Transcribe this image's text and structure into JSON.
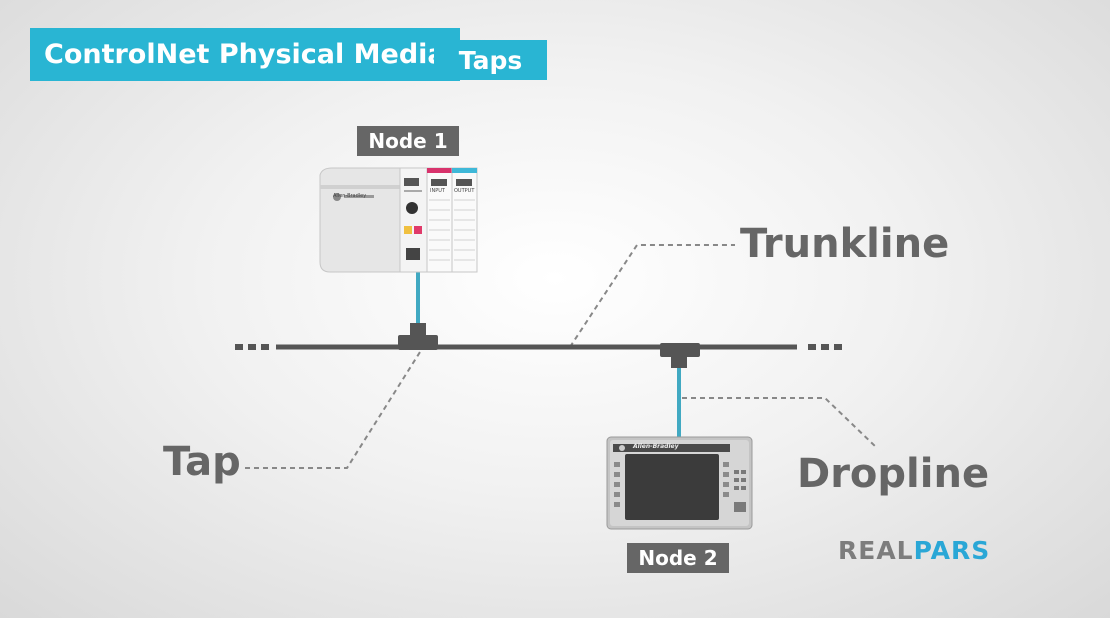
{
  "header": {
    "title": "ControlNet Physical Media",
    "subtitle": "Taps"
  },
  "nodes": {
    "node1": {
      "label": "Node 1",
      "brand": "Allen-Bradley",
      "module_labels": [
        "INPUT",
        "OUTPUT"
      ]
    },
    "node2": {
      "label": "Node 2",
      "brand": "Allen-Bradley"
    }
  },
  "callouts": {
    "trunkline": "Trunkline",
    "tap": "Tap",
    "dropline": "Dropline",
    "ellipsis_left": "...",
    "ellipsis_right": "..."
  },
  "logo": {
    "part1": "REAL",
    "part2": "PARS"
  },
  "colors": {
    "accent": "#29b5d3",
    "cable": "#41a9c2",
    "trunk": "#555555",
    "label_bg": "#666666",
    "logo_gray": "#7d7d7d",
    "logo_blue": "#2aa7d6"
  }
}
